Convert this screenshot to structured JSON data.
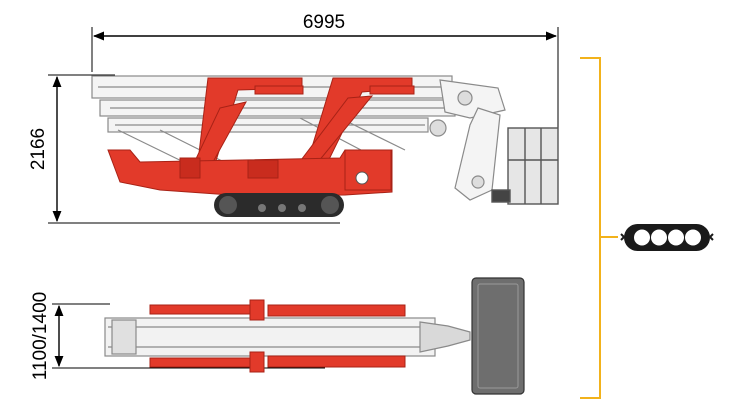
{
  "dimensions": {
    "overall_length": "6995",
    "overall_height": "2166",
    "track_width": "1100/1400"
  },
  "colors": {
    "machine_red": "#e23a2a",
    "dark_red": "#b8261a",
    "track_black": "#2b2b2b",
    "structure_grey": "#9a9a9a",
    "basket_grey": "#6e6e6e",
    "bracket_yellow": "#f2b21b"
  },
  "icons": {
    "side_view": "spider-lift-side-view",
    "top_view": "spider-lift-top-view",
    "track": "crawler-track-icon"
  }
}
